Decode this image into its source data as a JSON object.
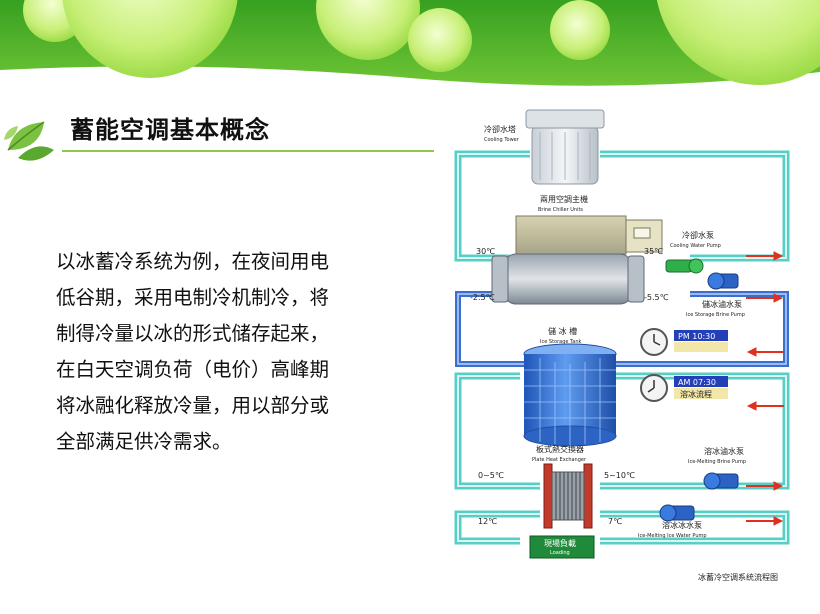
{
  "slide": {
    "title": "蓄能空调基本概念",
    "body_lines": [
      "以冰蓄冷系统为例，在夜间用电",
      "低谷期，采用电制冷机制冷，将",
      "制得冷量以冰的形式储存起来，",
      "在白天空调负荷（电价）高峰期",
      "将冰融化释放冷量，用以部分或",
      "全部满足供冷需求。"
    ]
  },
  "diagram": {
    "cooling_tower_cn": "冷卻水塔",
    "cooling_tower_en": "Cooling Tower",
    "chiller_cn": "兩用空調主機",
    "chiller_en": "Brine Chiller Units",
    "cooling_pump_cn": "冷卻水泵",
    "cooling_pump_en": "Cooling Water Pump",
    "temp_30": "30℃",
    "temp_35": "35℃",
    "temp_m25": "-2.5℃",
    "temp_m55": "-5.5℃",
    "brine_pump_cn": "儲冰滷水泵",
    "brine_pump_en": "Ice Storage Brine Pump",
    "tank_cn": "儲 冰 槽",
    "tank_en": "Ice Storage Tank",
    "clock_pm_time": "PM 10:30",
    "clock_am_time": "AM 07:30",
    "clock_am_mode": "溶冰流程",
    "hx_cn": "板式熱交換器",
    "hx_en": "Plate Heat Exchanger",
    "temp_0_5": "0~5℃",
    "temp_5_10": "5~10℃",
    "melt_brine_cn": "溶冰滷水泵",
    "melt_brine_en": "Ice-Melting Brine Pump",
    "temp_12": "12℃",
    "temp_7": "7℃",
    "melt_water_cn": "溶冰冰水泵",
    "melt_water_en": "Ice-Melting Ice Water Pump",
    "load_cn": "現場負載",
    "load_en": "Loading",
    "caption": "冰蓄冷空调系统流程图"
  },
  "colors": {
    "banner_green": "#5db82c",
    "light_green": "#c6ec7c",
    "pipe_teal": "#58cfc6",
    "pipe_blue": "#3a6fd0",
    "arrow_red": "#e03020",
    "tank_blue": "#3478d8"
  }
}
